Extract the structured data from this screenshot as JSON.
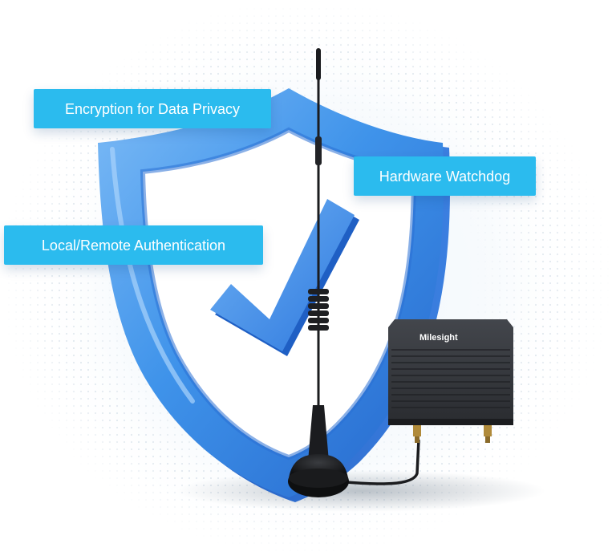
{
  "features": {
    "encryption": "Encryption for Data Privacy",
    "watchdog": "Hardware Watchdog",
    "authentication": "Local/Remote Authentication"
  },
  "device": {
    "brand": "Milesight"
  },
  "colors": {
    "tag_background": "#2bbbee",
    "tag_text": "#ffffff",
    "shield_blue": "#3c8ee6",
    "device_body": "#2e3035"
  },
  "icons": [
    "shield-icon",
    "checkmark-icon",
    "antenna-icon",
    "gateway-device"
  ]
}
